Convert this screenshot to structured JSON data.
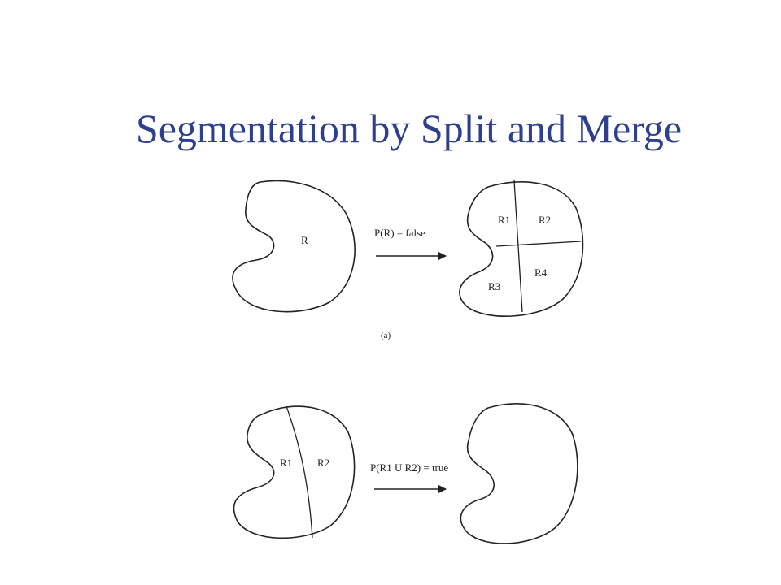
{
  "slide": {
    "title": "Segmentation by Split and Merge"
  },
  "diagram": {
    "part_a": {
      "left_region_label": "R",
      "predicate": "P(R) = false",
      "split_labels": [
        "R1",
        "R2",
        "R3",
        "R4"
      ],
      "caption": "(a)"
    },
    "part_b": {
      "left_labels": [
        "R1",
        "R2"
      ],
      "predicate": "P(R1 U R2) = true"
    }
  }
}
